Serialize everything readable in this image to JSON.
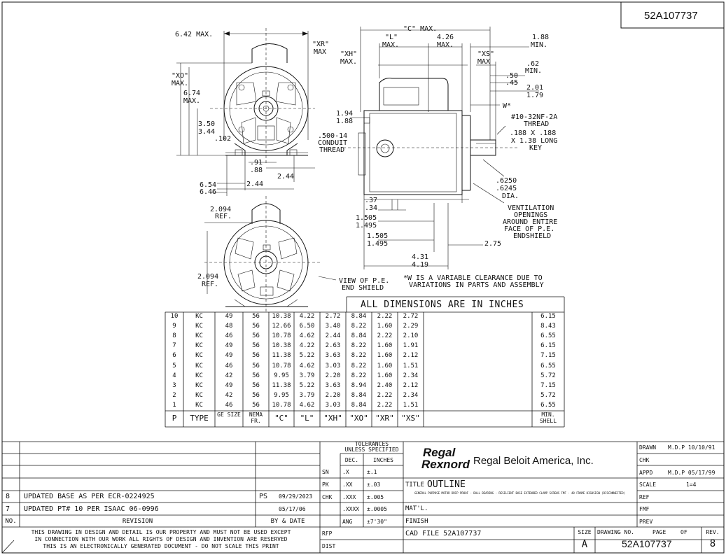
{
  "drawing_no": "52A107737",
  "views": {
    "front_dims": {
      "d642": "6.42 MAX.",
      "xr": "\"XR\"",
      "xr_max": "MAX",
      "xo": "\"XO\"",
      "xo_max": "MAX.",
      "d674": "6.74",
      "d674_max": "MAX.",
      "d350": "3.50",
      "d344": "3.44",
      "d102": ".102",
      "d91": ".91",
      "d88": ".88",
      "d244a": "2.44",
      "d244b": "2.44",
      "d654": "6.54",
      "d646": "6.46"
    },
    "rear_dims": {
      "ref1": "2.094",
      "ref1_lbl": "REF.",
      "ref2": "2.094",
      "ref2_lbl": "REF.",
      "view_note1": "VIEW OF P.E.",
      "view_note2": "END SHIELD"
    },
    "side_dims": {
      "c_max": "\"C\" MAX.",
      "l": "\"L\"",
      "l_max": "MAX.",
      "d426": "4.26",
      "d426_max": "MAX.",
      "d188": "1.88",
      "d188_min": "MIN.",
      "xh": "\"XH\"",
      "xh_max": "MAX.",
      "xs": "\"XS\"",
      "xs_max": "MAX",
      "d62": ".62",
      "d62_min": "MIN.",
      "d50": ".50",
      "d45": ".45",
      "d201": "2.01",
      "d179": "1.79",
      "w": "W*",
      "thread1": "#10-32NF-2A",
      "thread2": "THREAD",
      "d194": "1.94",
      "d188b": "1.88",
      "key1": ".188 X .188",
      "key2": "X 1.38 LONG",
      "key3": "KEY",
      "conduit1": ".500-14",
      "conduit2": "CONDUIT",
      "conduit3": "THREAD",
      "d6250": ".6250",
      "d6245": ".6245",
      "dia": "DIA.",
      "d37": ".37",
      "d34": ".34",
      "d1505a": "1.505",
      "d1495a": "1.495",
      "d1505b": "1.505",
      "d1495b": "1.495",
      "d275": "2.75",
      "d431": "4.31",
      "d419": "4.19",
      "vent1": "VENTILATION",
      "vent2": "OPENINGS",
      "vent3": "AROUND ENTIRE",
      "vent4": "FACE OF P.E.",
      "vent5": "ENDSHIELD",
      "wnote1": "*W IS A VARIABLE CLEARANCE DUE TO",
      "wnote2": "VARIATIONS IN PARTS AND ASSEMBLY"
    }
  },
  "all_dims_note": "ALL DIMENSIONS ARE IN INCHES",
  "dim_table": {
    "headers": [
      "P",
      "TYPE",
      "GE SIZE",
      "NEMA FR.",
      "\"C\"",
      "\"L\"",
      "\"XH\"",
      "\"XO\"",
      "\"XR\"",
      "\"XS\"",
      "",
      "MIN. SHELL"
    ],
    "rows": [
      [
        "10",
        "KC",
        "49",
        "56",
        "10.38",
        "4.22",
        "2.72",
        "8.84",
        "2.22",
        "2.72",
        "",
        "6.15"
      ],
      [
        "9",
        "KC",
        "48",
        "56",
        "12.66",
        "6.50",
        "3.40",
        "8.22",
        "1.60",
        "2.29",
        "",
        "8.43"
      ],
      [
        "8",
        "KC",
        "46",
        "56",
        "10.78",
        "4.62",
        "2.44",
        "8.84",
        "2.22",
        "2.10",
        "",
        "6.55"
      ],
      [
        "7",
        "KC",
        "49",
        "56",
        "10.38",
        "4.22",
        "2.63",
        "8.22",
        "1.60",
        "1.91",
        "",
        "6.15"
      ],
      [
        "6",
        "KC",
        "49",
        "56",
        "11.38",
        "5.22",
        "3.63",
        "8.22",
        "1.60",
        "2.12",
        "",
        "7.15"
      ],
      [
        "5",
        "KC",
        "46",
        "56",
        "10.78",
        "4.62",
        "3.03",
        "8.22",
        "1.60",
        "1.51",
        "",
        "6.55"
      ],
      [
        "4",
        "KC",
        "42",
        "56",
        "9.95",
        "3.79",
        "2.20",
        "8.22",
        "1.60",
        "2.34",
        "",
        "5.72"
      ],
      [
        "3",
        "KC",
        "49",
        "56",
        "11.38",
        "5.22",
        "3.63",
        "8.94",
        "2.40",
        "2.12",
        "",
        "7.15"
      ],
      [
        "2",
        "KC",
        "42",
        "56",
        "9.95",
        "3.79",
        "2.20",
        "8.84",
        "2.22",
        "2.34",
        "",
        "5.72"
      ],
      [
        "1",
        "KC",
        "46",
        "56",
        "10.78",
        "4.62",
        "3.03",
        "8.84",
        "2.22",
        "1.51",
        "",
        "6.55"
      ]
    ]
  },
  "revisions": [
    {
      "no": "8",
      "text": "UPDATED BASE AS PER ECR-0224925",
      "by": "PS",
      "date": "09/29/2023"
    },
    {
      "no": "7",
      "text": "UPDATED PT# 10 PER ISAAC 06-0996",
      "by": "",
      "date": "05/17/06"
    }
  ],
  "rev_header": {
    "no": "NO.",
    "revision": "REVISION",
    "by_date": "BY & DATE"
  },
  "tolerances": {
    "title1": "TOLERANCES",
    "title2": "UNLESS SPECIFIED",
    "dec": "DEC.",
    "inches": "INCHES",
    "rows": [
      {
        "k": "SN",
        "d": ".X",
        "v": "±.1"
      },
      {
        "k": "PK",
        "d": ".XX",
        "v": "±.03"
      },
      {
        "k": "CHK",
        "d": ".XXX",
        "v": "±.005"
      },
      {
        "k": "RFP",
        "d": ".XXXX",
        "v": "±.0005"
      },
      {
        "k": "DIST",
        "d": "ANG",
        "v": "±7'30\""
      }
    ]
  },
  "company": {
    "logo1": "Regal",
    "logo2": "Rexnord",
    "name": "Regal Beloit America, Inc."
  },
  "title_block": {
    "title_lbl": "TITLE",
    "title": "OUTLINE",
    "subtitle": "GENERAL PURPOSE MOTOR DRIP PROOF - BALL BEARING - RESILIENT BASE EXTENDED CLAMP SCREWS FMF - 48 FRAME HIGHSIGN (DISCONNECTED)",
    "matl": "MAT'L.",
    "finish": "FINISH",
    "cad_file": "CAD FILE 52A107737",
    "drawn_lbl": "DRAWN",
    "drawn": "M.D.P 10/10/91",
    "chk_lbl": "CHK",
    "appd_lbl": "APPD",
    "appd": "M.D.P 05/17/99",
    "scale_lbl": "SCALE",
    "scale": "1=4",
    "ref": "REF",
    "fmf": "FMF",
    "prev": "PREV",
    "size_lbl": "SIZE",
    "size": "A",
    "drawing_lbl": "DRAWING NO.",
    "page_lbl": "PAGE",
    "of_lbl": "OF",
    "rev_lbl": "REV.",
    "rev": "8"
  },
  "disclaimer": [
    "THIS DRAWING IN DESIGN AND DETAIL IS OUR PROPERTY AND MUST NOT BE USED EXCEPT",
    "IN CONNECTION WITH OUR WORK ALL RIGHTS OF DESIGN AND INVENTION ARE RESERVED",
    "THIS IS AN ELECTRONICALLY GENERATED DOCUMENT - DO NOT SCALE THIS PRINT"
  ]
}
